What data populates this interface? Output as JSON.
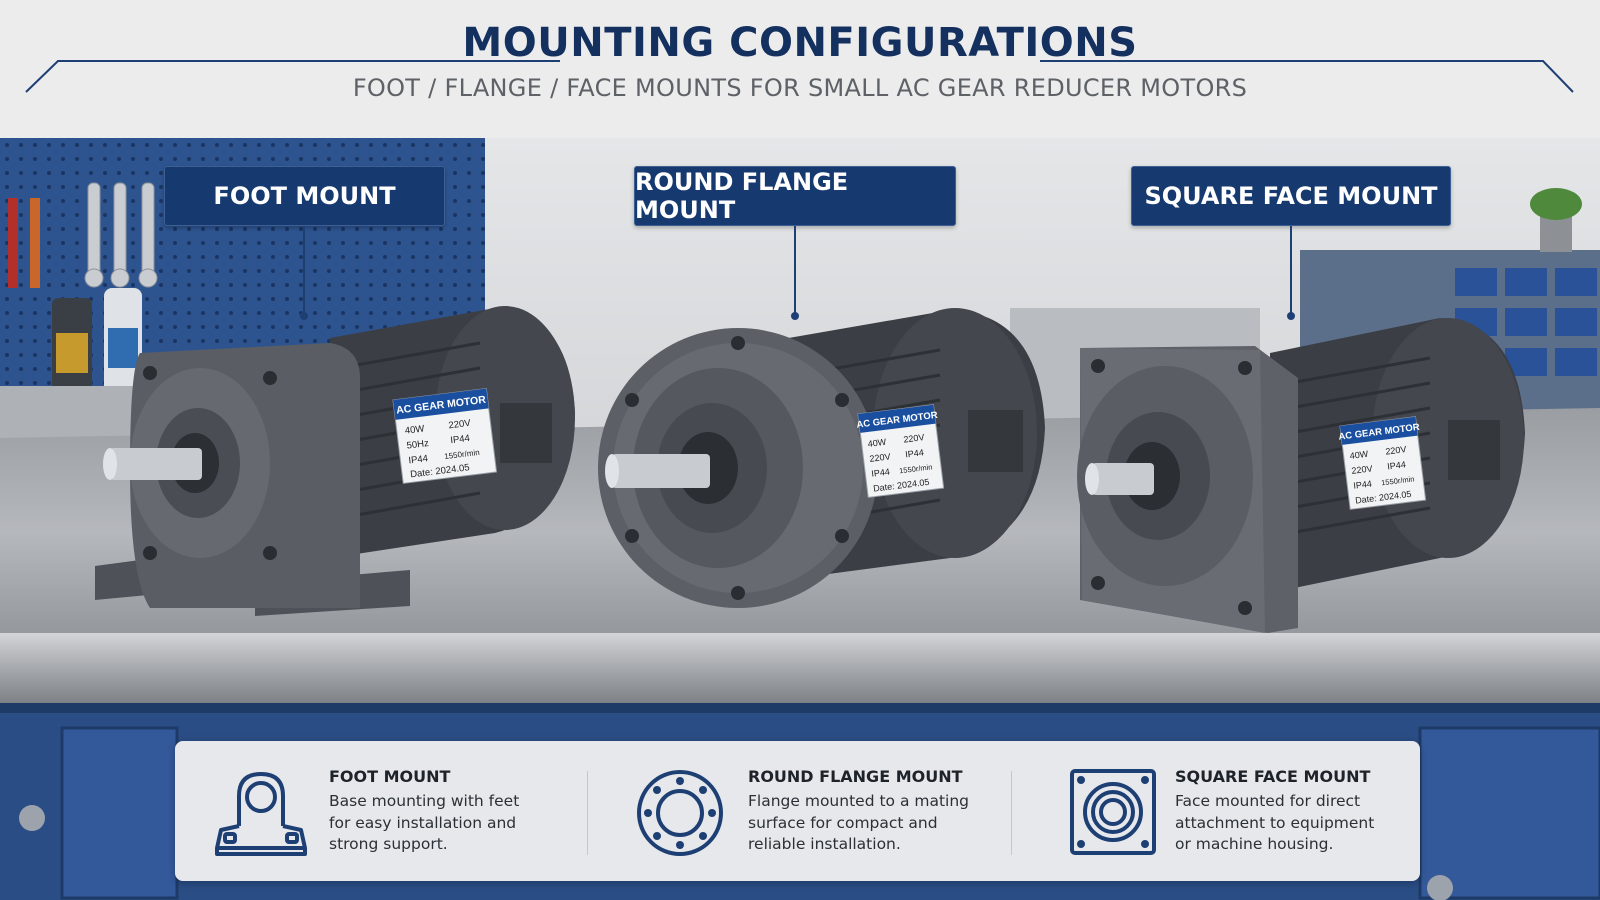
{
  "header": {
    "title": "MOUNTING CONFIGURATIONS",
    "subtitle": "FOOT / FLANGE / FACE MOUNTS FOR SMALL AC GEAR REDUCER MOTORS"
  },
  "callouts": [
    {
      "label": "FOOT MOUNT"
    },
    {
      "label": "ROUND FLANGE MOUNT"
    },
    {
      "label": "SQUARE FACE MOUNT"
    }
  ],
  "motors": [
    {
      "plate_title": "AC GEAR MOTOR",
      "r1a": "40W",
      "r1b": "220V",
      "r2a": "50Hz",
      "r2b": "IP44",
      "r3a": "IP44",
      "r3b": "1550r/min",
      "date": "Date: 2024.05"
    },
    {
      "plate_title": "AC GEAR MOTOR",
      "r1a": "40W",
      "r1b": "220V",
      "r2a": "220V",
      "r2b": "IP44",
      "r3a": "IP44",
      "r3b": "1550r/min",
      "date": "Date: 2024.05"
    },
    {
      "plate_title": "AC GEAR MOTOR",
      "r1a": "40W",
      "r1b": "220V",
      "r2a": "220V",
      "r2b": "IP44",
      "r3a": "IP44",
      "r3b": "1550r/min",
      "date": "Date: 2024.05"
    }
  ],
  "info_panel": [
    {
      "icon": "foot-mount-icon",
      "title": "FOOT MOUNT",
      "lines": [
        "Base mounting with feet",
        "for easy installation and",
        "strong support."
      ]
    },
    {
      "icon": "round-flange-icon",
      "title": "ROUND FLANGE MOUNT",
      "lines": [
        "Flange mounted to a mating",
        "surface for compact and",
        "reliable installation."
      ]
    },
    {
      "icon": "square-face-icon",
      "title": "SQUARE FACE MOUNT",
      "lines": [
        "Face mounted for direct",
        "attachment to equipment",
        "or machine housing."
      ]
    }
  ],
  "colors": {
    "title_navy": "#14305f",
    "callout_navy": "#163a70",
    "plate_blue": "#1a4fa0",
    "motor_gray": "#55595f"
  }
}
